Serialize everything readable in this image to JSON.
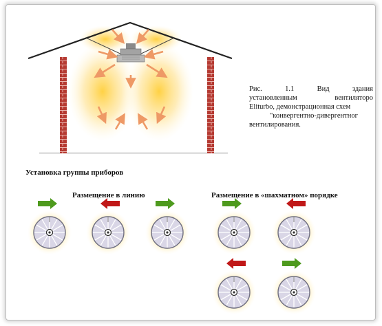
{
  "caption": {
    "line1_a": "Рис.",
    "line1_b": "1.1",
    "line1_c": "Вид",
    "line1_d": "здания",
    "line2_a": "установленным",
    "line2_b": "вентиляторо",
    "line3": "Eliturbo, демонстрационная схем",
    "line4": "\"конвергентно-дивергентног",
    "line5": "вентилирования."
  },
  "headings": {
    "group": "Установка группы приборов",
    "line": "Размещение в линию",
    "chess": "Размещение в «шахматном» порядке"
  },
  "colors": {
    "arrow_green": "#4e9a1e",
    "arrow_red": "#c01818",
    "brick": "#b53a32",
    "glow": "#ffd24d",
    "airflow": "#f0a070",
    "fan_disc": "#d9d6e6"
  },
  "fans_line": [
    {
      "direction": "right",
      "color": "green"
    },
    {
      "direction": "left",
      "color": "red"
    },
    {
      "direction": "right",
      "color": "green"
    }
  ],
  "fans_chess": [
    {
      "direction": "right",
      "color": "green"
    },
    {
      "direction": "left",
      "color": "red"
    },
    {
      "direction": "left",
      "color": "red"
    },
    {
      "direction": "right",
      "color": "green"
    }
  ]
}
